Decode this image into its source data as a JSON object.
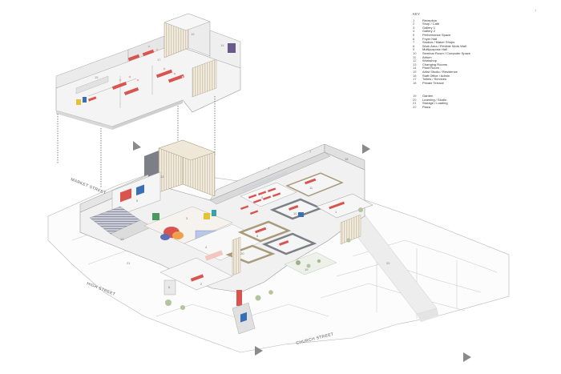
{
  "legend_heading": "KEY",
  "page_mark": "1",
  "legend_items": [
    {
      "num": "1",
      "label": "Reception"
    },
    {
      "num": "2",
      "label": "Shop / Café"
    },
    {
      "num": "3",
      "label": "Gallery 1"
    },
    {
      "num": "4",
      "label": "Gallery 2"
    },
    {
      "num": "5",
      "label": "Performance Space"
    },
    {
      "num": "6",
      "label": "Foyer Hall"
    },
    {
      "num": "7",
      "label": "Studios / Maker Shops"
    },
    {
      "num": "8",
      "label": "Work Area / Flexible Work Wall"
    },
    {
      "num": "9",
      "label": "Multipurpose Hall"
    },
    {
      "num": "10",
      "label": "Seminar Room / Computer Space"
    },
    {
      "num": "11",
      "label": "Atrium"
    },
    {
      "num": "12",
      "label": "Workshop"
    },
    {
      "num": "13",
      "label": "Changing Rooms"
    },
    {
      "num": "14",
      "label": "Plant Room"
    },
    {
      "num": "15",
      "label": "Artist Studio / Residence"
    },
    {
      "num": "16",
      "label": "Staff Office / Admin"
    },
    {
      "num": "17",
      "label": "Toilets / Services"
    },
    {
      "num": "18",
      "label": "Private Terrace"
    }
  ],
  "legend_items_2": [
    {
      "num": "19",
      "label": "Garden"
    },
    {
      "num": "20",
      "label": "Learning / Studio"
    },
    {
      "num": "21",
      "label": "Storage / Loading"
    },
    {
      "num": "22",
      "label": "Plaza"
    }
  ],
  "streets": {
    "upper_left": "MARKET STREET",
    "lower_left": "HIGH STREET",
    "bottom_right": "CHURCH STREET"
  },
  "room_labels": [
    "15",
    "17",
    "16",
    "14",
    "12",
    "5",
    "3",
    "4",
    "6",
    "2",
    "1",
    "9",
    "10",
    "8",
    "11",
    "7",
    "7",
    "18",
    "19",
    "20",
    "21",
    "13",
    "22"
  ]
}
